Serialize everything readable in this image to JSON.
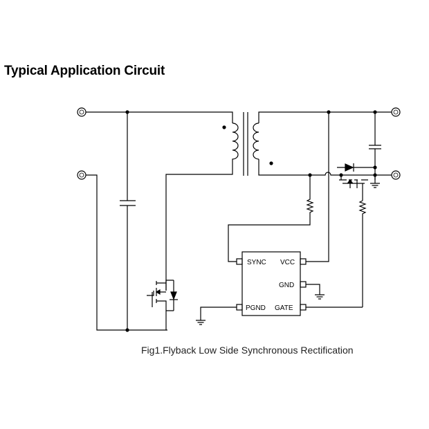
{
  "heading": "Typical Application Circuit",
  "ic": {
    "pins": {
      "sync": "SYNC",
      "vcc": "VCC",
      "gnd": "GND",
      "pgnd": "PGND",
      "gate": "GATE"
    }
  },
  "caption": "Fig1.Flyback Low Side Synchronous Rectification",
  "colors": {
    "line": "#000000",
    "background": "#ffffff"
  }
}
